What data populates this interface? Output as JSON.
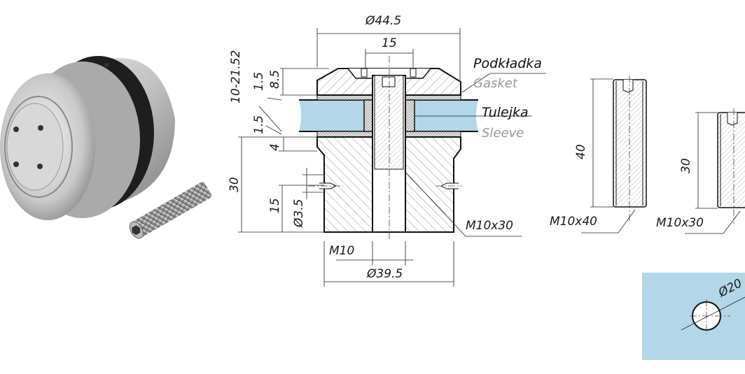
{
  "drawing": {
    "top_diameter": "Ø44.5",
    "bolt_head_width": "15",
    "glass_thickness_range": "10-21.52",
    "gasket_top": "1.5",
    "cap_height": "8.5",
    "gasket_bottom": "1.5",
    "neck_height": "4",
    "body_height": "30",
    "hole_height": "15",
    "hole_diameter": "Ø3.5",
    "thread": "M10",
    "bottom_diameter": "Ø39.5",
    "bolt_callout": "M10x30"
  },
  "labels": {
    "gasket_pl": "Podkładka",
    "gasket_en": "Gasket",
    "sleeve_pl": "Tulejka",
    "sleeve_en": "Sleeve"
  },
  "screws": [
    {
      "length": "40",
      "callout": "M10x40"
    },
    {
      "length": "30",
      "callout": "M10x30"
    }
  ],
  "glass_hole": {
    "diameter": "Ø20"
  },
  "colors": {
    "glass": "#b3d6e8",
    "line": "#111111",
    "secondary_text": "#9a9a9a"
  }
}
